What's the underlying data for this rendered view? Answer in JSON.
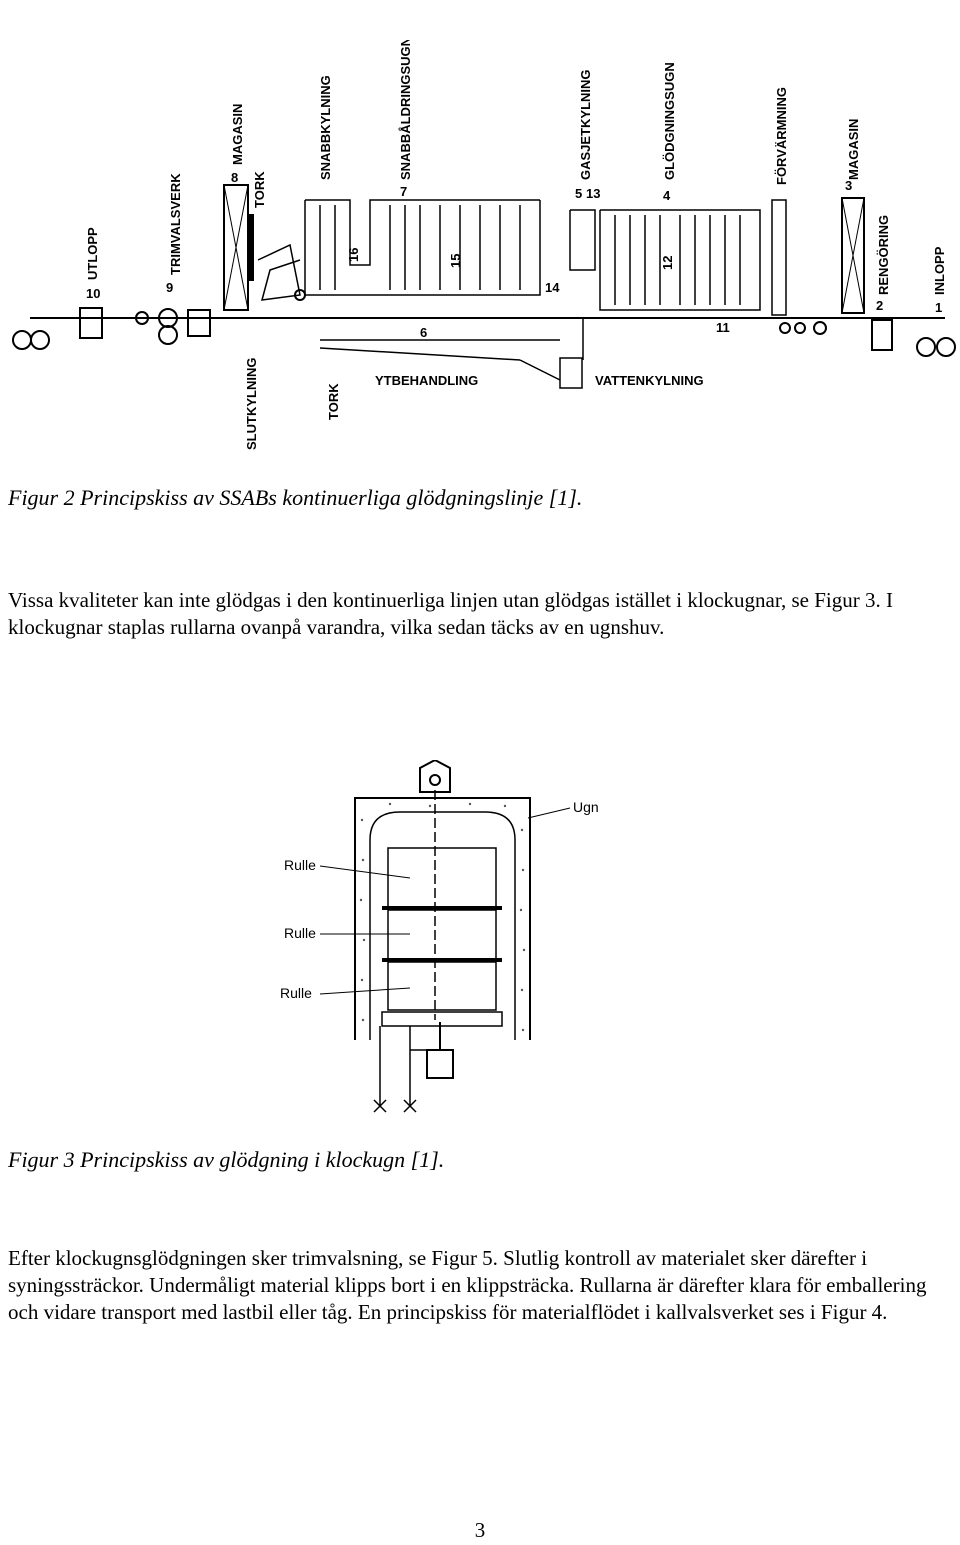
{
  "figure1": {
    "labels": {
      "utlopp": "UTLOPP",
      "trimvalsverk": "TRIMVALSVERK",
      "magasin_left": "MAGASIN",
      "tork_top": "TORK",
      "snabbkylning": "SNABBKYLNING",
      "snabbaldringsugn": "SNABBÅLDRINGSUGN",
      "gasjetkylning": "GASJETKYLNING",
      "glodgningsugn": "GLÖDGNINGSUGN",
      "forvarmning": "FÖRVÄRMNING",
      "magasin_right": "MAGASIN",
      "rengoring": "RENGÖRING",
      "inlopp": "INLOPP",
      "slutkylning": "SLUTKYLNING",
      "tork_bottom": "TORK",
      "ytbehandling": "YTBEHANDLING",
      "vattenkylning": "VATTENKYLNING"
    },
    "numbers": {
      "n1": "1",
      "n2": "2",
      "n3": "3",
      "n4": "4",
      "n5": "5",
      "n6": "6",
      "n7": "7",
      "n8": "8",
      "n9": "9",
      "n10": "10",
      "n11": "11",
      "n12": "12",
      "n13": "13",
      "n14": "14",
      "n15": "15",
      "n16": "16"
    }
  },
  "caption1": "Figur 2 Principskiss av SSABs kontinuerliga glödgningslinje [1].",
  "paragraph1": "Vissa kvaliteter kan inte glödgas i den kontinuerliga linjen utan glödgas istället i klockugnar, se Figur 3. I klockugnar staplas rullarna ovanpå varandra, vilka sedan täcks av en ugnshuv.",
  "figure2": {
    "label_ugn": "Ugn",
    "label_rulle_1": "Rulle",
    "label_rulle_2": "Rulle",
    "label_rulle_3": "Rulle"
  },
  "caption2": "Figur 3 Principskiss av glödgning i klockugn [1].",
  "paragraph2": "Efter klockugnsglödgningen sker trimvalsning, se Figur 5. Slutlig kontroll av materialet sker därefter i syningssträckor. Undermåligt material klipps bort i en klippsträcka. Rullarna är därefter klara för emballering och vidare transport med lastbil eller tåg. En principskiss för materialflödet i kallvalsverket ses i Figur 4.",
  "page_number": "3"
}
